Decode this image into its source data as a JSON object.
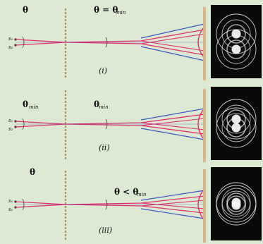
{
  "panels": [
    {
      "theta_left": "θ",
      "theta_right": "θ = θ",
      "theta_right_sub": "min",
      "caption": "(i)",
      "source_labels": [
        "s₁",
        "s₂"
      ],
      "pattern": "two-rings"
    },
    {
      "theta_left": "θ",
      "theta_left_sub": "min",
      "theta_right": "θ",
      "theta_right_sub": "min",
      "caption": "(ii)",
      "source_labels": [
        "s₁",
        "s₂"
      ],
      "pattern": "just-resolved"
    },
    {
      "theta_left": "θ",
      "theta_right": "θ < θ",
      "theta_right_sub": "min",
      "caption": "(iii)",
      "source_labels": [
        "s₁",
        "s₂"
      ],
      "pattern": "unresolved"
    }
  ],
  "colors": {
    "background": "#dde9d2",
    "ray_red": "#e0306a",
    "ray_blue": "#3a56c8",
    "lens_line": "#a89a63",
    "screen": "#d8b88a",
    "pattern_bg": "#0a0a0a",
    "ring": "#f4f4f4"
  }
}
